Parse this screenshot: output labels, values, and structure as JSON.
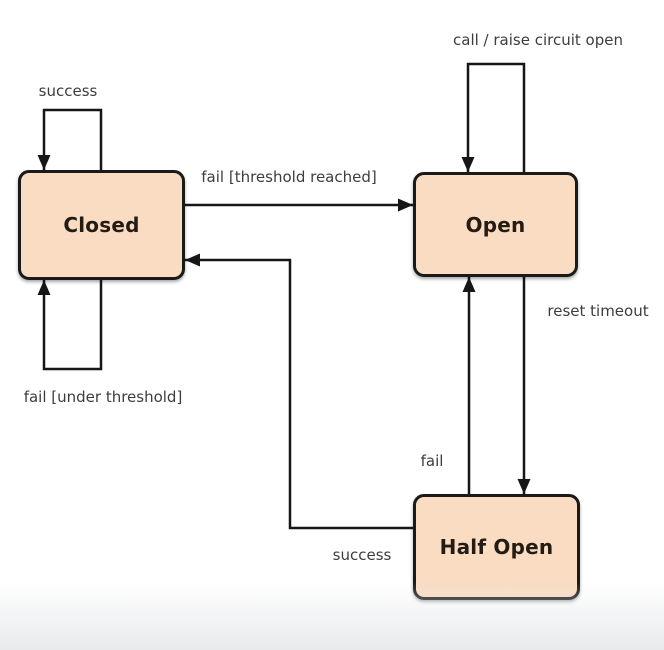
{
  "diagram": {
    "type": "state-machine",
    "states": [
      {
        "id": "closed",
        "label": "Closed"
      },
      {
        "id": "open",
        "label": "Open"
      },
      {
        "id": "half_open",
        "label": "Half Open"
      }
    ],
    "transitions": [
      {
        "from": "closed",
        "to": "closed",
        "label": "success"
      },
      {
        "from": "closed",
        "to": "open",
        "label": "fail [threshold reached]"
      },
      {
        "from": "closed",
        "to": "closed",
        "label": "fail [under threshold]"
      },
      {
        "from": "open",
        "to": "open",
        "label": "call / raise circuit open"
      },
      {
        "from": "open",
        "to": "half_open",
        "label": "reset timeout"
      },
      {
        "from": "half_open",
        "to": "open",
        "label": "fail"
      },
      {
        "from": "half_open",
        "to": "closed",
        "label": "success"
      }
    ],
    "colors": {
      "background": "#ffffff",
      "footer_fade": "#e8eaec",
      "state_fill": "#f9dcc2",
      "state_border": "#1a1a1a",
      "line": "#161616",
      "label_text": "#3d3d3d",
      "state_text": "#241c14"
    }
  }
}
